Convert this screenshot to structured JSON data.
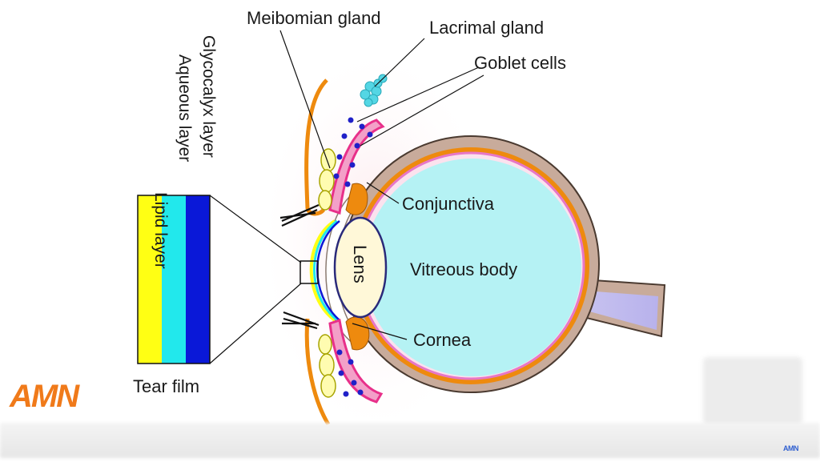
{
  "labels": {
    "meibomian_gland": "Meibomian gland",
    "lacrimal_gland": "Lacrimal gland",
    "goblet_cells": "Goblet cells",
    "conjunctiva": "Conjunctiva",
    "vitreous_body": "Vitreous body",
    "lens": "Lens",
    "cornea": "Cornea",
    "tear_film": "Tear film"
  },
  "tear_film_layers": [
    {
      "name": "Lipid layer",
      "color": "#ffff14"
    },
    {
      "name": "Aqueous layer",
      "color": "#22e8ec"
    },
    {
      "name": "Glycocalyx layer",
      "color": "#0a18d8"
    }
  ],
  "watermark": {
    "logo": "AMN",
    "small": "AMN"
  },
  "colors": {
    "sclera": "#c8ab9b",
    "choroid": "#ee8a0e",
    "retina": "#e777c7",
    "vitreous": "#b5f2f4",
    "lacrimal": "#54d6e4",
    "eyelid_pink": "#e8308a",
    "goblet_dots": "#2020c8",
    "background_glow": "#fde8ec"
  }
}
